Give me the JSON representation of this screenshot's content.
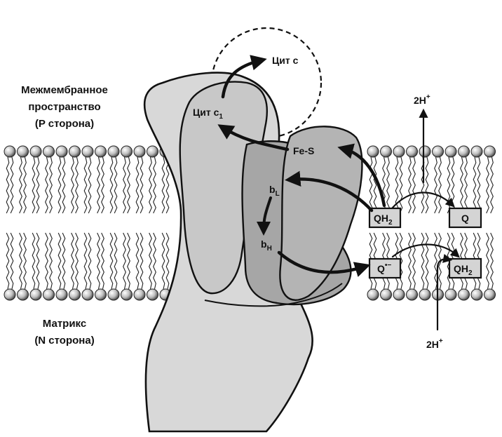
{
  "labels": {
    "p_side": {
      "line1": "Межмембранное",
      "line2": "пространство",
      "line3": "(P сторона)"
    },
    "n_side": {
      "line1": "Матрикс",
      "line2": "(N сторона)"
    },
    "cyt_c": "Цит c",
    "cyt_c1": {
      "text": "Цит c",
      "sub": "1"
    },
    "fes": "Fe-S",
    "bl": {
      "text": "b",
      "sub": "L"
    },
    "bh": {
      "text": "b",
      "sub": "H"
    },
    "qh2_left": {
      "text": "QH",
      "sub": "2"
    },
    "q_right": "Q",
    "q_radical": {
      "text": "Q",
      "sup": "•−"
    },
    "qh2_right": {
      "text": "QH",
      "sub": "2"
    },
    "proton_top": {
      "text": "2H",
      "sup": "+"
    },
    "proton_bottom": {
      "text": "2H",
      "sup": "+"
    }
  },
  "colors": {
    "protein_light": "#d6d6d6",
    "protein_mid": "#b8b8b8",
    "protein_dark": "#a2a2a2",
    "outline": "#111111",
    "lipid_head": "#c8c8c8"
  }
}
